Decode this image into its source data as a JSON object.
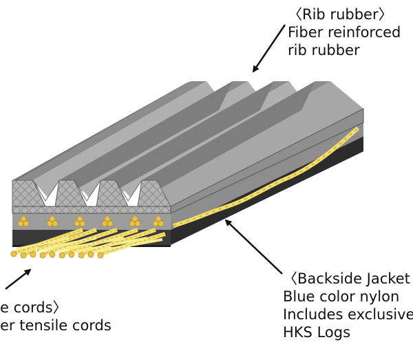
{
  "labels": {
    "rib": {
      "heading": "〈Rib rubber〉",
      "line1": "Fiber reinforced",
      "line2": "rib rubber"
    },
    "tensile": {
      "heading": "e cords〉",
      "line1": "er tensile cords"
    },
    "backside": {
      "heading": "〈Backside Jacket",
      "line1": "Blue color nylon",
      "line2": "Includes exclusive",
      "line3": "HKS Logs"
    }
  },
  "colors": {
    "rib_top": "#9a9a9a",
    "rib_face": "#b9b9b9",
    "rib_dark": "#6d6d6d",
    "cord": "#f2de6a",
    "cord_shade": "#d9b93a",
    "jacket": "#3a3a3a",
    "arrow": "#111111"
  }
}
